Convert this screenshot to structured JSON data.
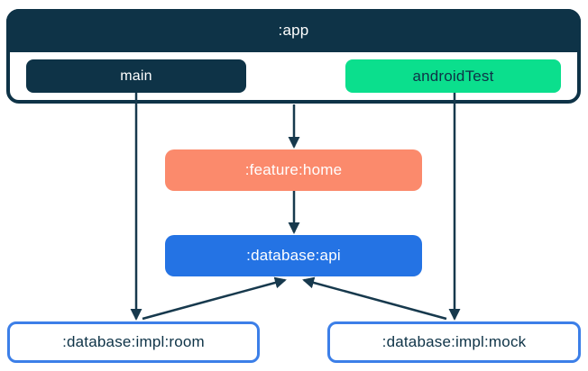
{
  "diagram": {
    "container": {
      "id": "app",
      "label": ":app"
    },
    "nodes": [
      {
        "id": "main",
        "label": "main",
        "fill": "#0E3347",
        "text_color": "#FFFFFF"
      },
      {
        "id": "androidTest",
        "label": "androidTest",
        "fill": "#0BDF8D",
        "text_color": "#0E3347"
      },
      {
        "id": "feature-home",
        "label": ":feature:home",
        "fill": "#FB8A6C",
        "text_color": "#FFFFFF"
      },
      {
        "id": "database-api",
        "label": ":database:api",
        "fill": "#2473E4",
        "text_color": "#FFFFFF"
      },
      {
        "id": "database-impl-room",
        "label": ":database:impl:room",
        "fill": "#FFFFFF",
        "border_color": "#3C7FE8",
        "text_color": "#0E3347"
      },
      {
        "id": "database-impl-mock",
        "label": ":database:impl:mock",
        "fill": "#FFFFFF",
        "border_color": "#3C7FE8",
        "text_color": "#0E3347"
      }
    ],
    "edges": [
      {
        "from": "main",
        "to": ":database:impl:room"
      },
      {
        "from": "androidTest",
        "to": ":database:impl:mock"
      },
      {
        "from": ":app",
        "to": ":feature:home"
      },
      {
        "from": ":feature:home",
        "to": ":database:api"
      },
      {
        "from": ":database:impl:room",
        "to": ":database:api"
      },
      {
        "from": ":database:impl:mock",
        "to": ":database:api"
      }
    ],
    "colors": {
      "navy": "#0E3347",
      "green": "#0BDF8D",
      "salmon": "#FB8A6C",
      "blue": "#2473E4",
      "impl_border_blue": "#3C7FE8",
      "arrow": "#17394D",
      "background": "#FFFFFF"
    }
  }
}
